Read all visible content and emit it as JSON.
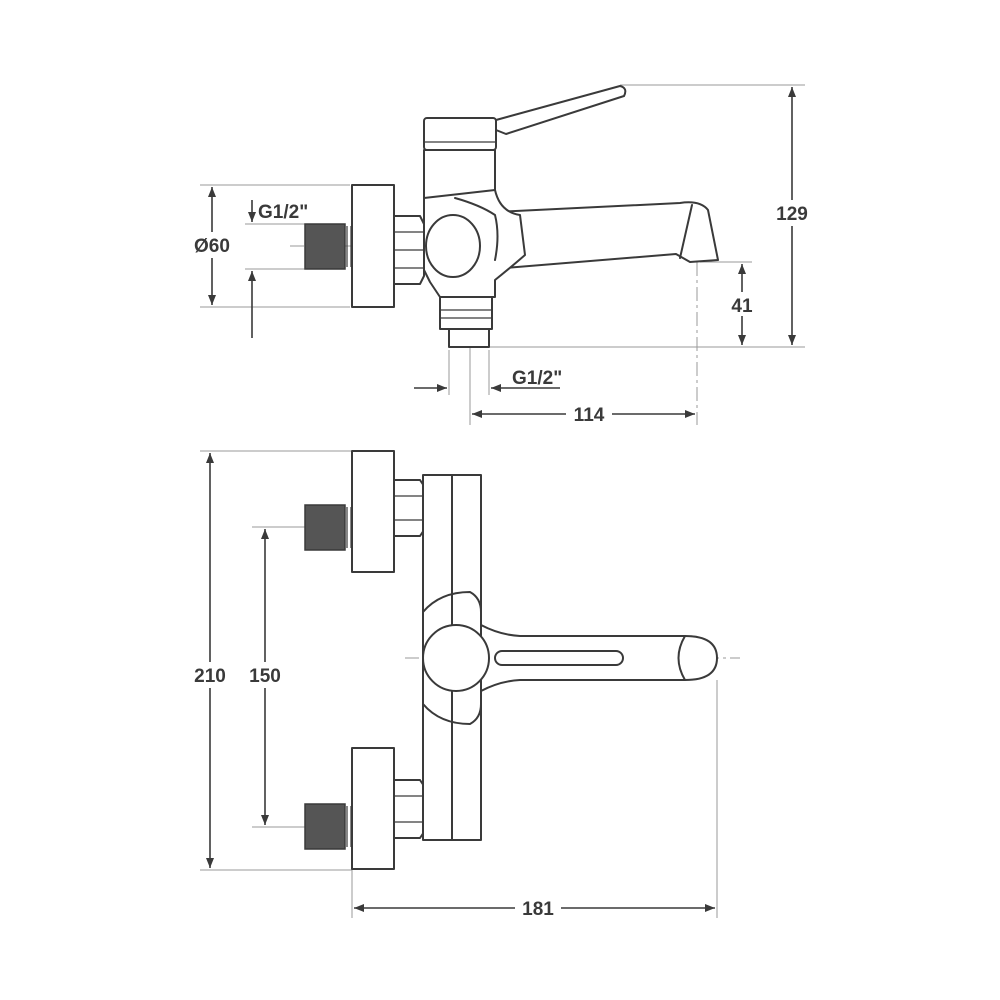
{
  "drawing": {
    "side_view": {
      "height_total": "129",
      "diameter": "Ø60",
      "inlet_thread": "G1/2\"",
      "spout_height": "41",
      "outlet_thread": "G1/2\"",
      "projection": "114"
    },
    "top_view": {
      "height_total": "210",
      "inlet_spacing": "150",
      "width_total": "181"
    }
  }
}
